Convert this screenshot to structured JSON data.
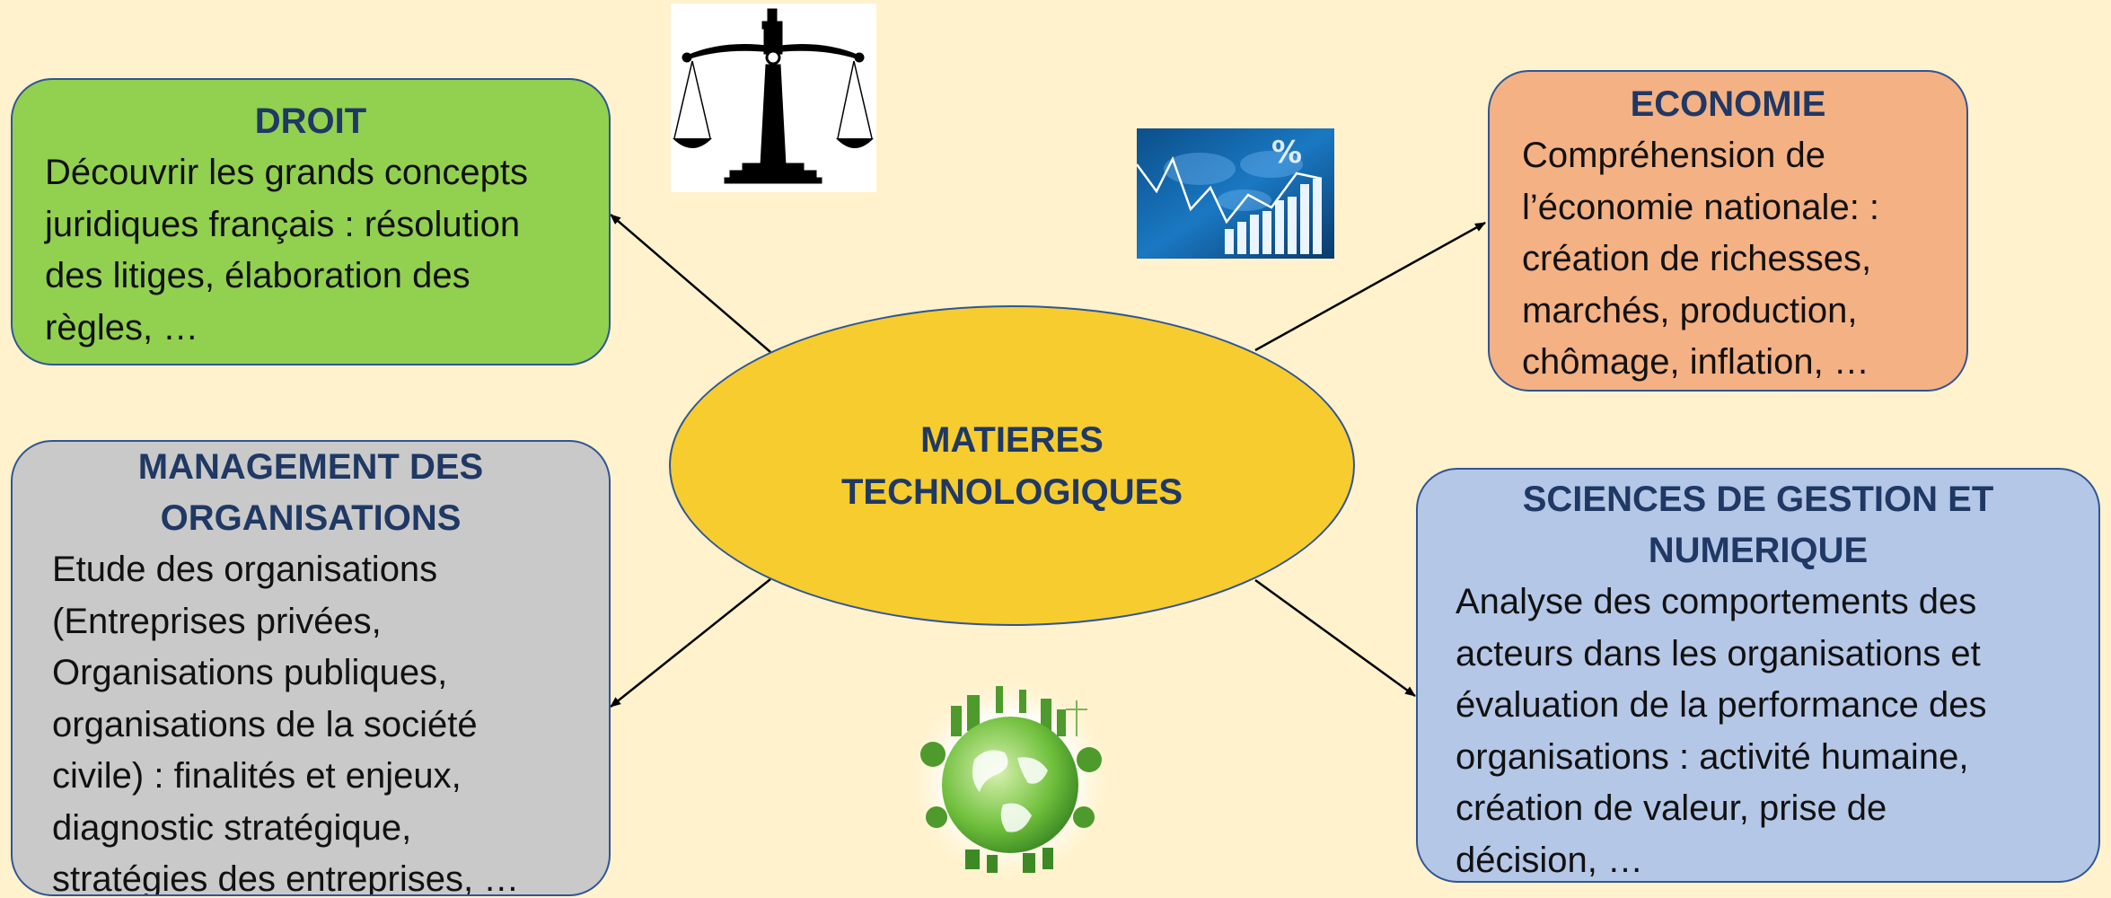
{
  "center": {
    "label": "MATIERES\nTECHNOLOGIQUES"
  },
  "boxes": {
    "droit": {
      "title": "DROIT",
      "body": "Découvrir les grands concepts\njuridiques français : résolution\ndes litiges, élaboration des\nrègles, …",
      "color": "#92d050"
    },
    "economie": {
      "title": "ECONOMIE",
      "body": "Compréhension de\nl’économie nationale: :\ncréation de richesses,\nmarchés, production,\nchômage, inflation, …",
      "color": "#f4b183"
    },
    "management": {
      "title": "MANAGEMENT DES\nORGANISATIONS",
      "body": "Etude des organisations\n(Entreprises privées,\nOrganisations publiques,\norganisations de la société\ncivile) : finalités et enjeux,\ndiagnostic stratégique,\nstratégies des entreprises, …",
      "color": "#c9c9c9"
    },
    "sciences": {
      "title": "SCIENCES DE GESTION ET\nNUMERIQUE",
      "body": "Analyse des comportements des\nacteurs dans les organisations et\névaluation de la performance des\norganisations :  activité humaine,\ncréation de valeur, prise de\ndécision, …",
      "color": "#b4c7e7"
    }
  },
  "icons": {
    "scales": "scales-of-justice-icon",
    "chart": "finance-chart-icon",
    "globe": "green-globe-icon"
  },
  "colors": {
    "background": "#fff2cc",
    "ellipse": "#f6cc2f",
    "title_text": "#1f3864",
    "border": "#2f5597"
  }
}
